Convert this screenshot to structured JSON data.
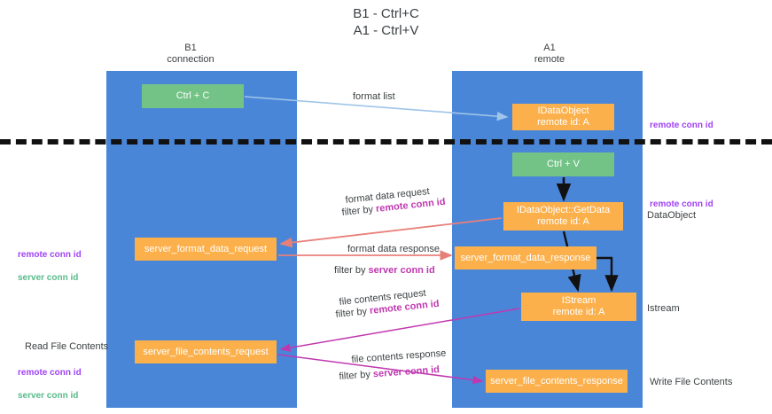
{
  "title": "B1 - Ctrl+C\nA1 - Ctrl+V",
  "lanes": [
    {
      "id": "b1",
      "header": "B1\nconnection",
      "color": "#4a86d8"
    },
    {
      "id": "a1",
      "header": "A1\nremote",
      "color": "#4a86d8"
    }
  ],
  "nodes": {
    "ctrl_c": "Ctrl + C",
    "idataobject": "IDataObject\nremote id: A",
    "ctrl_v": "Ctrl + V",
    "getdata": "IDataObject::GetData\nremote id: A",
    "server_format_data_request": "server_format_data_request",
    "server_format_data_response": "server_format_data_response",
    "istream": "IStream\nremote id: A",
    "server_file_contents_request": "server_file_contents_request",
    "server_file_contents_response": "server_file_contents_response"
  },
  "side_labels": {
    "dataobject": "DataObject",
    "istream": "Istream",
    "write_file_contents": "Write File Contents",
    "read_file_contents": "Read File Contents"
  },
  "conn_ids": {
    "remote": "remote conn id",
    "server": "server conn id"
  },
  "edges": {
    "format_list": "format list",
    "format_data_request": "format data request",
    "format_data_request_filter_prefix": "filter by ",
    "format_data_response": "format data response",
    "format_data_response_filter_prefix": "filter by ",
    "file_contents_request": "file contents request",
    "file_contents_request_filter_prefix": "filter by ",
    "file_contents_response": "file contents response",
    "file_contents_response_filter_prefix": "filter by "
  },
  "colors": {
    "lane": "#4a86d8",
    "node_green": "#73c387",
    "node_orange": "#fbb04c",
    "remote_conn_id": "#a142f4",
    "server_conn_id": "#57bb8a",
    "filter_highlight": "#c038b0",
    "arrow_blue": "#9fc5e8",
    "arrow_red": "#e8807a",
    "arrow_magenta": "#c038b0",
    "arrow_black": "#111111",
    "separator": "#111111"
  }
}
